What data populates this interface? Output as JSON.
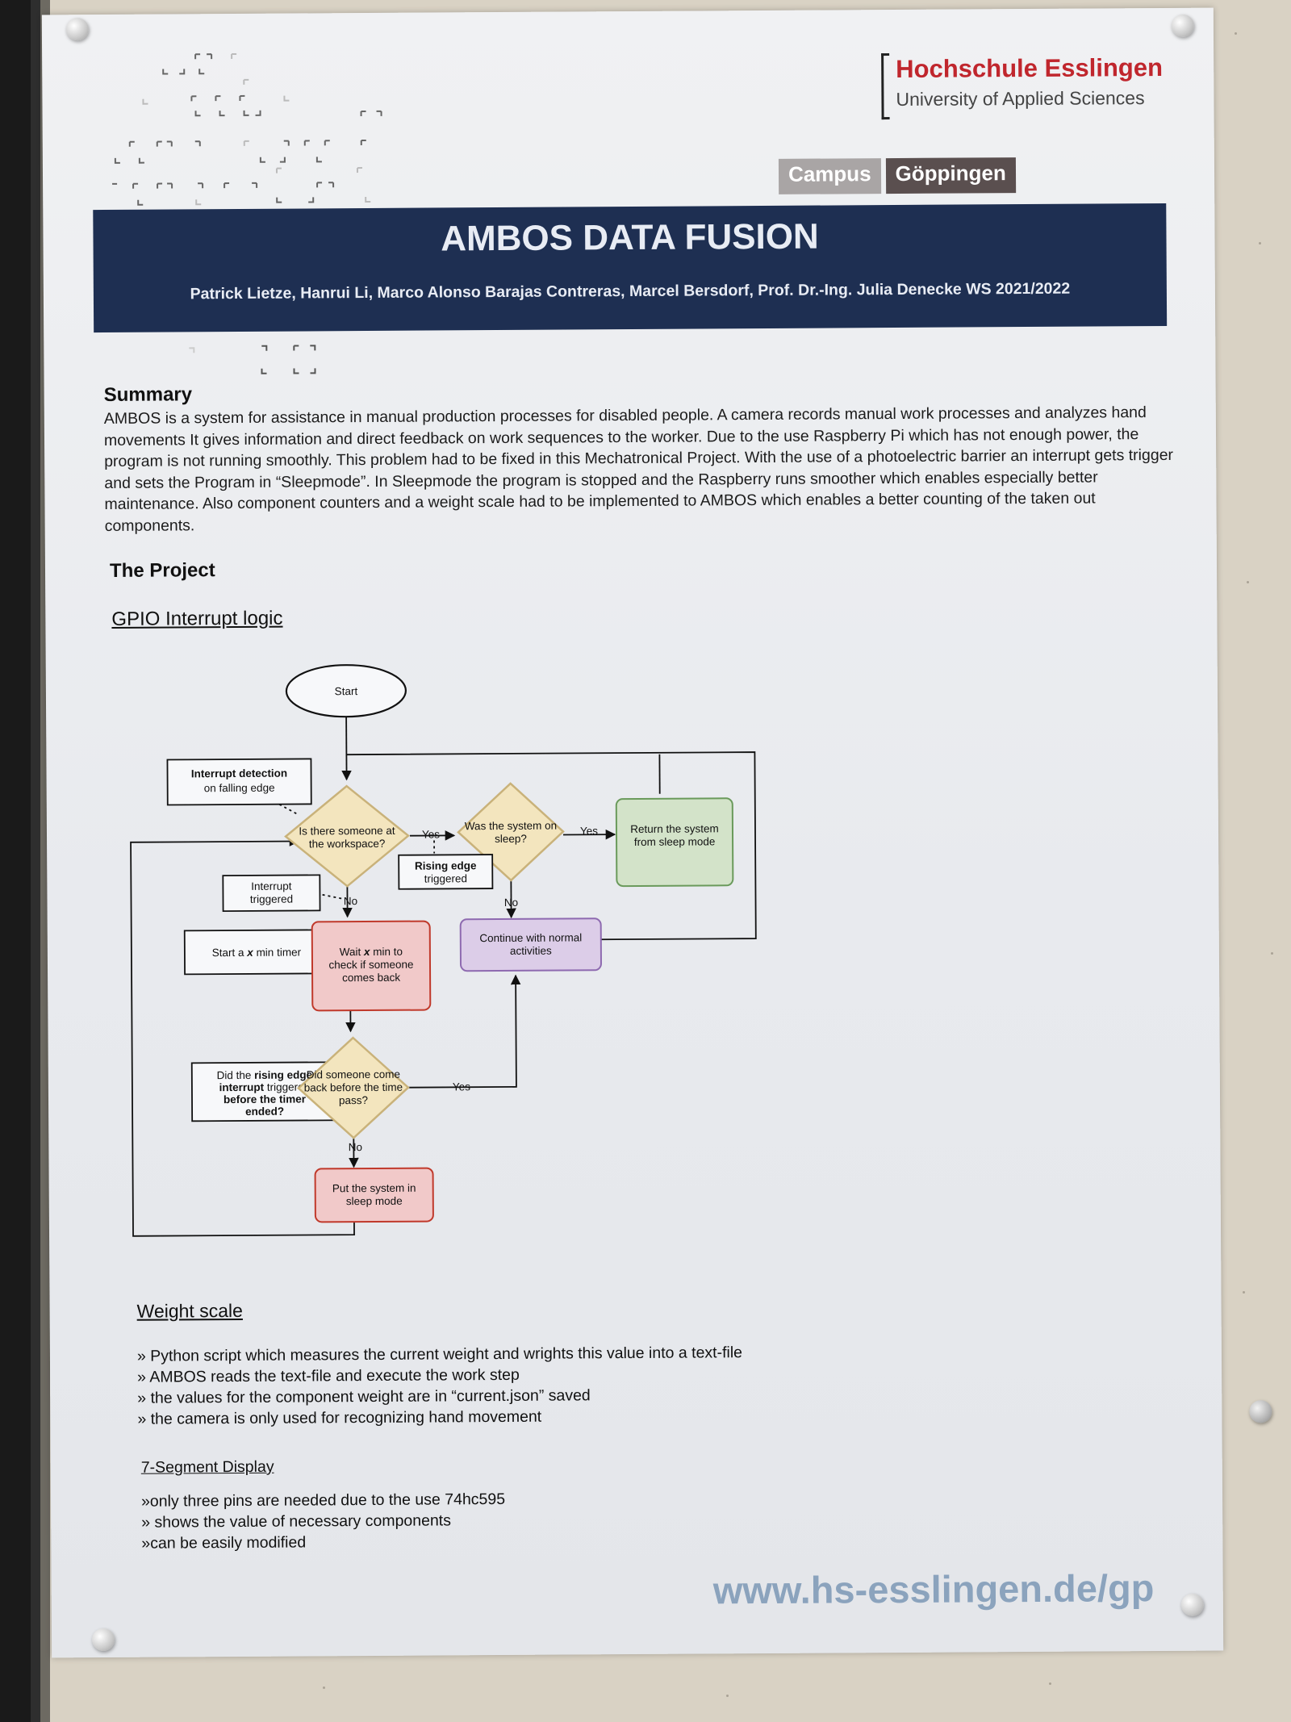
{
  "logo": {
    "name": "Hochschule Esslingen",
    "subtitle": "University of Applied Sciences"
  },
  "campus": {
    "label1": "Campus",
    "label2": "Göppingen"
  },
  "banner": {
    "title": "AMBOS DATA FUSION",
    "authors": "Patrick Lietze, Hanrui Li, Marco Alonso Barajas Contreras, Marcel Bersdorf, Prof. Dr.-Ing. Julia Denecke WS 2021/2022"
  },
  "summary": {
    "heading": "Summary",
    "text": "AMBOS is a system for assistance in manual production processes for disabled people. A camera records manual work processes and analyzes hand movements It gives information and direct feedback on work sequences to the worker. Due to the use Raspberry Pi which has not enough power, the program is not running smoothly. This problem had to be fixed in this Mechatronical Project. With the use of a photoelectric barrier an interrupt gets trigger and sets the Program in “Sleepmode”. In Sleepmode the program is stopped and the Raspberry runs smoother which enables especially better maintenance. Also component counters and a weight scale had to be implemented to AMBOS which enables a better counting of the taken out components."
  },
  "project": {
    "heading": "The Project",
    "gpio_heading": "GPIO Interrupt logic"
  },
  "flowchart": {
    "start": "Start",
    "interrupt_detection": [
      "Interrupt detection",
      "on falling edge"
    ],
    "decision_workspace": [
      "Is there someone at",
      "the workspace?"
    ],
    "decision_sleep": [
      "Was the system on",
      "sleep?"
    ],
    "return_system": [
      "Return the system",
      "from sleep mode"
    ],
    "rising_edge": [
      "Rising edge",
      "triggered"
    ],
    "interrupt_triggered": [
      "Interrupt",
      "triggered"
    ],
    "start_timer": [
      "Start a ",
      "x",
      " min timer"
    ],
    "wait_box": [
      "Wait ",
      "x",
      " min to",
      "check if someone",
      "comes back"
    ],
    "continue_box": [
      "Continue with normal",
      "activities"
    ],
    "did_rising": [
      "Did the ",
      "rising edge",
      "interrupt",
      " triggered",
      "before the timer",
      "ended?"
    ],
    "decision_comeback": [
      "Did someone come",
      "back before the time",
      "pass?"
    ],
    "put_sleep": [
      "Put the system in",
      "sleep mode"
    ],
    "yes": "Yes",
    "no": "No",
    "colors": {
      "decision_fill": "#f3e5be",
      "decision_stroke": "#c9b27a",
      "red_fill": "#f1c9c9",
      "red_stroke": "#c0392b",
      "green_fill": "#d3e3c9",
      "green_stroke": "#6a9a5b",
      "purple_fill": "#dccde8",
      "purple_stroke": "#8e6ab0"
    }
  },
  "weight": {
    "heading": "Weight scale",
    "items": [
      "» Python script which measures the current weight and wrights this value into a text-file",
      "» AMBOS reads the text-file and execute the work step",
      "» the values for the component weight are in “current.json” saved",
      "» the camera is only used for recognizing hand movement"
    ]
  },
  "segment": {
    "heading": "7-Segment Display",
    "items": [
      "»only three pins are needed due to the use 74hc595",
      "» shows the value of necessary components",
      "»can be easily modified"
    ]
  },
  "url": "www.hs-esslingen.de/gp"
}
